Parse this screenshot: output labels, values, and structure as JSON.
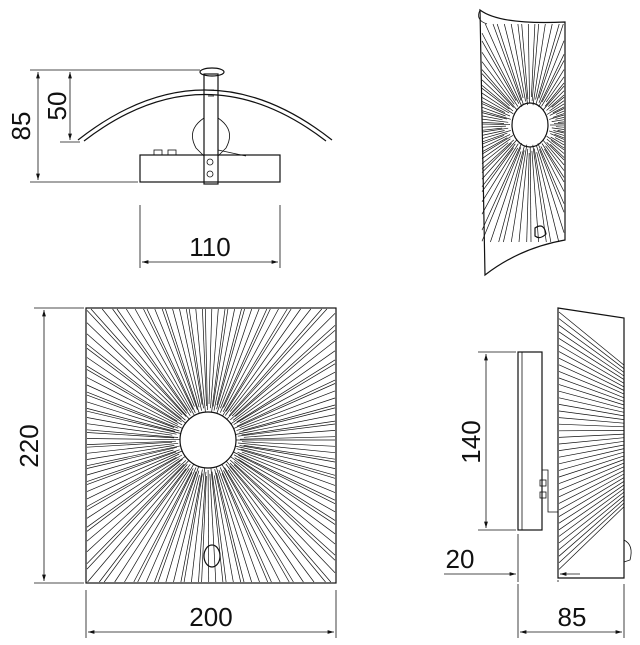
{
  "dimensions": {
    "side_height_total": "85",
    "side_height_shade": "50",
    "side_base_width": "110",
    "front_height": "220",
    "front_width": "200",
    "profile_mount_height": "140",
    "profile_offset": "20",
    "profile_depth": "85"
  },
  "colors": {
    "line": "#111111",
    "background": "#ffffff"
  }
}
